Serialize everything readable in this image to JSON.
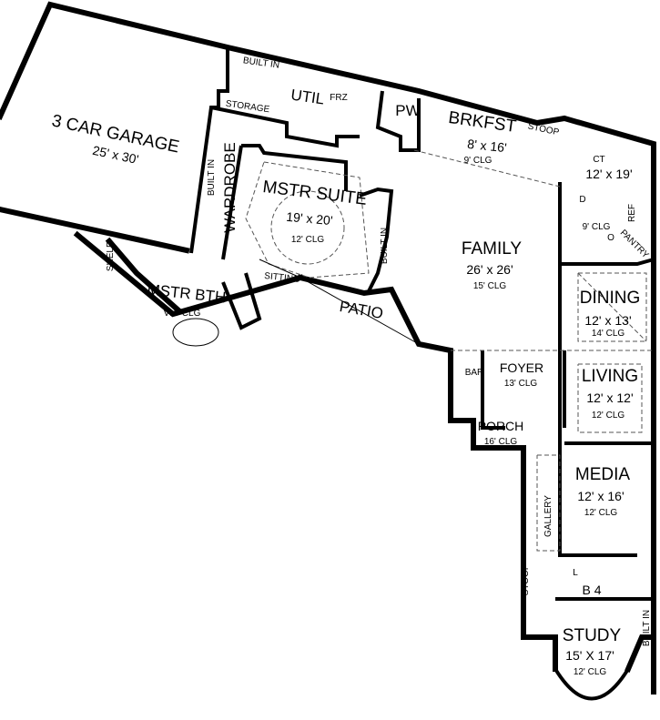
{
  "rooms": {
    "garage": {
      "name": "3 CAR GARAGE",
      "size": "25' x 30'"
    },
    "built_in_top": "BUILT IN",
    "storage": "STORAGE",
    "util": "UTIL",
    "frz": "FRZ",
    "pw": "PW",
    "brkfst": {
      "name": "BRKFST",
      "size": "8' x 16'",
      "clg": "9' CLG"
    },
    "stoop_top": "STOOP",
    "kitchen": {
      "ct": "CT",
      "size": "12' x 19'",
      "d": "D",
      "clg": "9' CLG",
      "ref": "REF",
      "o": "O",
      "pantry": "PANTRY"
    },
    "wardrobe": "WARDROBE",
    "built_in_wardrobe": "BUILT IN",
    "mstr_suite": {
      "name": "MSTR SUITE",
      "size": "19' x 20'",
      "clg": "12' CLG",
      "sitting": "SITTING"
    },
    "built_in_suite": "BUILT IN",
    "family": {
      "name": "FAMILY",
      "size": "26' x 26'",
      "clg": "15' CLG"
    },
    "dining": {
      "name": "DINING",
      "size": "12' x 13'",
      "clg": "14' CLG"
    },
    "shelf": "SHELF",
    "mstr_bth": {
      "name": "MSTR BTH",
      "clg": "VLT CLG"
    },
    "patio": "PATIO",
    "bar": "BAR",
    "foyer": {
      "name": "FOYER",
      "clg": "13' CLG"
    },
    "living": {
      "name": "LIVING",
      "size": "12' x 12'",
      "clg": "12' CLG"
    },
    "porch": {
      "name": "PORCH",
      "clg": "16' CLG"
    },
    "media": {
      "name": "MEDIA",
      "size": "12' x 16'",
      "clg": "12' CLG"
    },
    "gallery": "GALLERY",
    "stoop_bottom": "STOOP",
    "l": "L",
    "b4": "B 4",
    "study": {
      "name": "STUDY",
      "size": "15' X 17'",
      "clg": "12' CLG"
    },
    "built_in_study": "BUILT IN"
  }
}
